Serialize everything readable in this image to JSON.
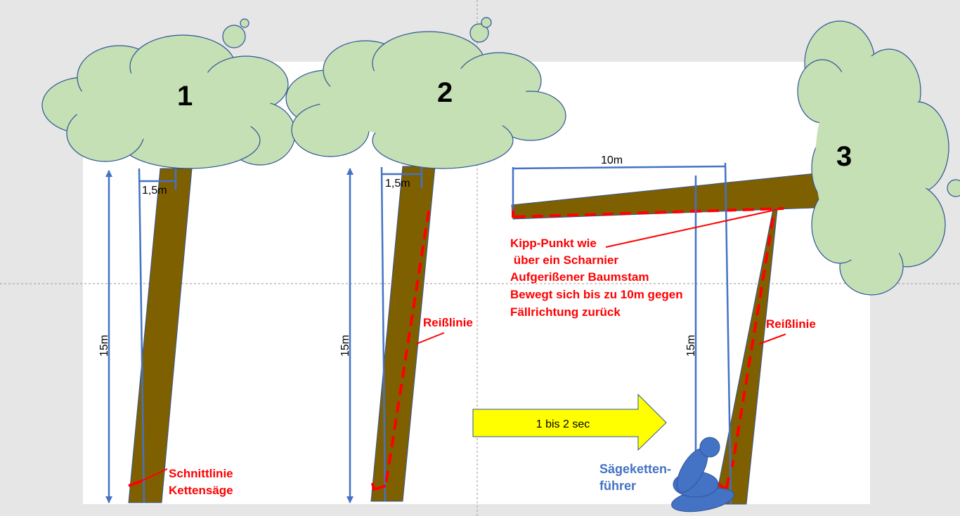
{
  "trees": [
    {
      "number": "1",
      "height_label": "15m",
      "width_label": "1,5m",
      "cut_label_1": "Schnittlinie",
      "cut_label_2": "Kettensäge"
    },
    {
      "number": "2",
      "height_label": "15m",
      "width_label": "1,5m",
      "tear_label": "Reißlinie"
    },
    {
      "number": "3",
      "height_label": "15m",
      "distance_label": "10m",
      "tear_label": "Reißlinie"
    }
  ],
  "annotation": {
    "lines": [
      "Kipp-Punkt wie",
      " über ein Scharnier",
      "Aufgerißener Baumstam",
      "Bewegt sich bis zu 10m gegen",
      "Fällrichtung zurück"
    ]
  },
  "arrow_label": "1 bis 2 sec",
  "person_label": {
    "line1": "Sägeketten-",
    "line2": "führer"
  },
  "colors": {
    "crown": "#c5e0b4",
    "trunk": "#7f6000",
    "dimension": "#4472c4",
    "warning": "#ff0000",
    "arrow": "#ffff00"
  }
}
